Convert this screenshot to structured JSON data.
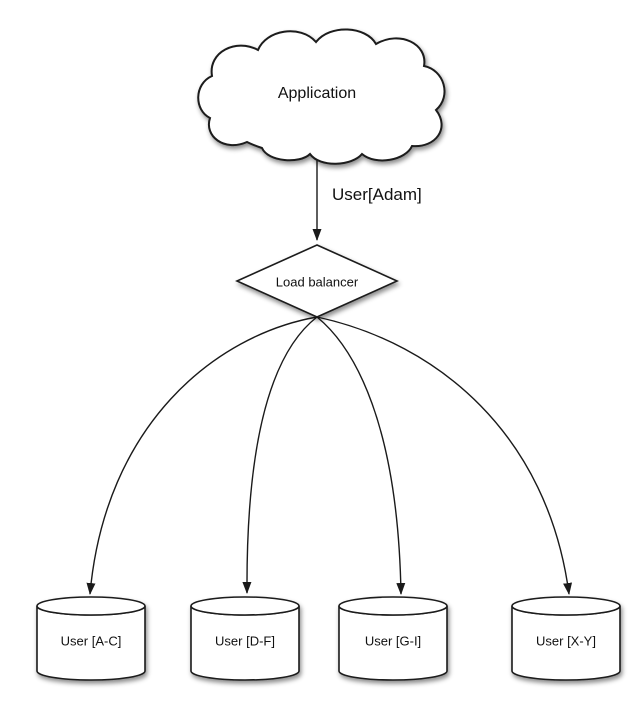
{
  "diagram": {
    "type": "architecture-flow",
    "nodes": {
      "application": {
        "label": "Application",
        "shape": "cloud"
      },
      "load_balancer": {
        "label": "Load balancer",
        "shape": "diamond"
      }
    },
    "edges": {
      "app_to_lb": {
        "label": "User[Adam]"
      }
    },
    "databases": [
      {
        "label": "User [A-C]",
        "shape": "cylinder"
      },
      {
        "label": "User [D-F]",
        "shape": "cylinder"
      },
      {
        "label": "User [G-I]",
        "shape": "cylinder"
      },
      {
        "label": "User [X-Y]",
        "shape": "cylinder"
      }
    ],
    "colors": {
      "stroke": "#1a1a1a",
      "shape_fill": "#ffffff",
      "background": "#ffffff",
      "text": "#111111"
    }
  }
}
